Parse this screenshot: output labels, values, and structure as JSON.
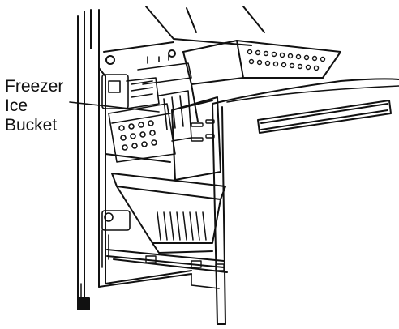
{
  "callout": {
    "line1": "Freezer",
    "line2": "Ice",
    "line3": "Bucket"
  },
  "colors": {
    "ink": "#111111",
    "background": "#ffffff"
  }
}
